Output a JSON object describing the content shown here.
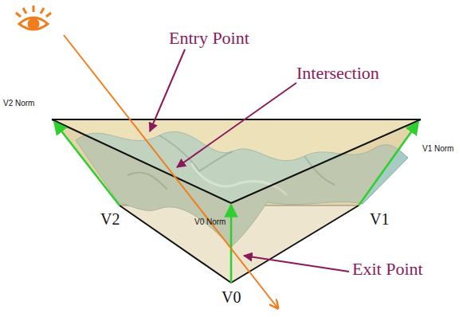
{
  "diagram": {
    "labels": [
      "Entry Point",
      "Intersection",
      "V2 Norm",
      "V1 Norm",
      "V2",
      "V0 Norm",
      "V1",
      "Exit Point",
      "V0"
    ]
  }
}
